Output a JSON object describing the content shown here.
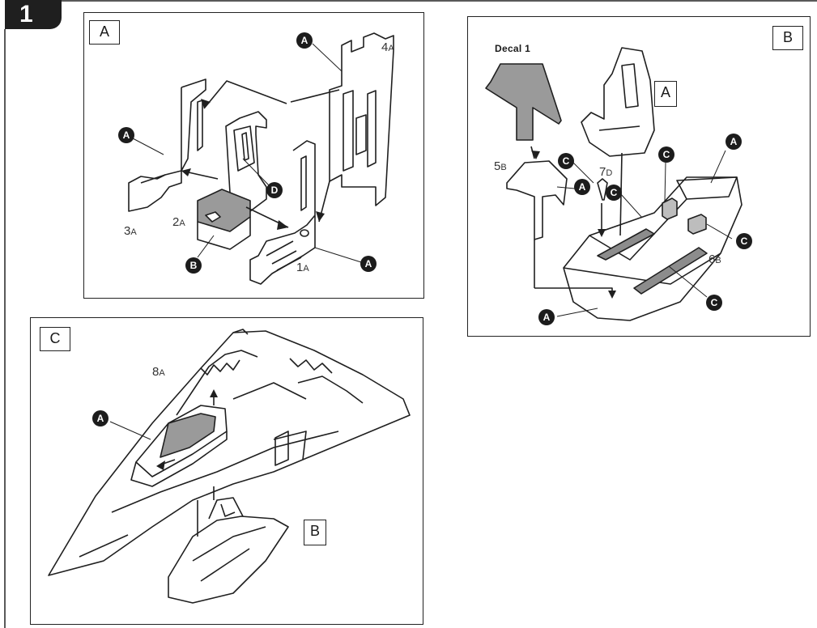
{
  "step": {
    "number": "1"
  },
  "panels": {
    "a": {
      "tag": "A",
      "parts": {
        "p4": "4",
        "p4s": "A",
        "p3": "3",
        "p3s": "A",
        "p2": "2",
        "p2s": "A",
        "p1": "1",
        "p1s": "A"
      },
      "callouts": {
        "c1": "A",
        "c2": "A",
        "c3": "D",
        "c4": "B",
        "c5": "A"
      }
    },
    "b": {
      "tag": "B",
      "sub_tag": "A",
      "decal": "Decal 1",
      "parts": {
        "p5": "5",
        "p5s": "B",
        "p7": "7",
        "p7s": "D",
        "p6": "6",
        "p6s": "B"
      },
      "callouts": {
        "c1": "A",
        "c2": "C",
        "c3": "A",
        "c4": "C",
        "c5": "C",
        "c6": "C",
        "c7": "C",
        "c8": "A"
      }
    },
    "c": {
      "tag": "C",
      "sub_tag": "B",
      "parts": {
        "p8": "8",
        "p8s": "A"
      },
      "callouts": {
        "c1": "A"
      }
    }
  },
  "colors": {
    "ink": "#1f1f1f",
    "decal_fill": "#9a9a9a",
    "glue_fill": "#8c8c8c",
    "paper": "#ffffff"
  }
}
